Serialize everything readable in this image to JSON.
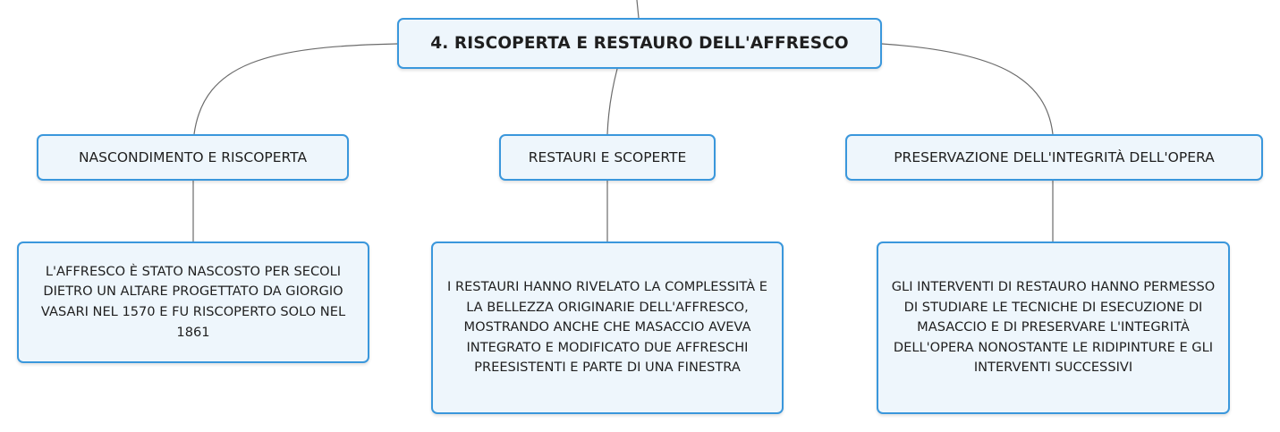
{
  "diagram": {
    "root": {
      "label": "4. RISCOPERTA E RESTAURO DELL'AFFRESCO"
    },
    "topics": [
      {
        "label": "NASCONDIMENTO E RISCOPERTA",
        "detail": "L'AFFRESCO È STATO NASCOSTO PER SECOLI DIETRO UN ALTARE PROGETTATO DA GIORGIO VASARI NEL 1570 E FU RISCOPERTO SOLO NEL 1861"
      },
      {
        "label": "RESTAURI E SCOPERTE",
        "detail": "I RESTAURI HANNO RIVELATO LA COMPLESSITÀ E LA BELLEZZA ORIGINARIE DELL'AFFRESCO, MOSTRANDO ANCHE CHE MASACCIO AVEVA INTEGRATO E MODIFICATO DUE AFFRESCHI PREESISTENTI E PARTE DI UNA FINESTRA"
      },
      {
        "label": "PRESERVAZIONE DELL'INTEGRITÀ DELL'OPERA",
        "detail": "GLI INTERVENTI DI RESTAURO HANNO PERMESSO DI STUDIARE LE TECNICHE DI ESECUZIONE DI MASACCIO E DI PRESERVARE L'INTEGRITÀ DELL'OPERA NONOSTANTE LE RIDIPINTURE E GLI INTERVENTI SUCCESSIVI"
      }
    ],
    "colors": {
      "node_border": "#3a97dc",
      "node_fill": "#eef6fc",
      "connector": "#6b6b6b",
      "text": "#1f1f1f"
    }
  }
}
